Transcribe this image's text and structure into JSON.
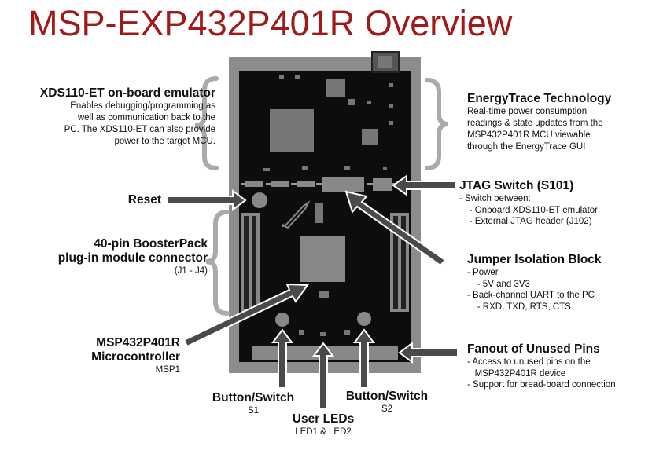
{
  "title": "MSP-EXP432P401R Overview",
  "emulator": {
    "heading": "XDS110-ET on-board emulator",
    "lines": [
      "Enables debugging/programming as",
      "well as communication back to the",
      "PC. The XDS110-ET can also provide",
      "power to the target MCU."
    ]
  },
  "energytrace": {
    "heading": "EnergyTrace Technology",
    "lines": [
      "Real-time power consumption",
      "readings & state updates from the",
      "MSP432P401R MCU viewable",
      "through the EnergyTrace GUI"
    ]
  },
  "reset": {
    "heading": "Reset"
  },
  "jtag": {
    "heading": "JTAG Switch (S101)",
    "lines": [
      "- Switch between:",
      "    - Onboard XDS110-ET emulator",
      "    - External JTAG header (J102)"
    ]
  },
  "boosterpack": {
    "heading_line1": "40-pin BoosterPack",
    "heading_line2": "plug-in module connector",
    "sub": "(J1 - J4)"
  },
  "jumper": {
    "heading": "Jumper Isolation Block",
    "lines": [
      "- Power",
      "    - 5V and 3V3",
      "- Back-channel UART to the PC",
      "    - RXD, TXD, RTS, CTS"
    ]
  },
  "mcu": {
    "heading_line1": "MSP432P401R",
    "heading_line2": "Microcontroller",
    "sub": "MSP1"
  },
  "fanout": {
    "heading": "Fanout of Unused Pins",
    "lines": [
      "- Access to unused pins on the",
      "   MSP432P401R device",
      "- Support for bread-board connection"
    ]
  },
  "button1": {
    "heading": "Button/Switch",
    "sub": "S1"
  },
  "button2": {
    "heading": "Button/Switch",
    "sub": "S2"
  },
  "leds": {
    "heading": "User LEDs",
    "sub": "LED1 & LED2"
  },
  "colors": {
    "title": "#a01a1a",
    "board_frame": "#8c8c8c",
    "board": "#0d0d0d",
    "component": "#777777",
    "arrow": "#4a4a4a"
  }
}
